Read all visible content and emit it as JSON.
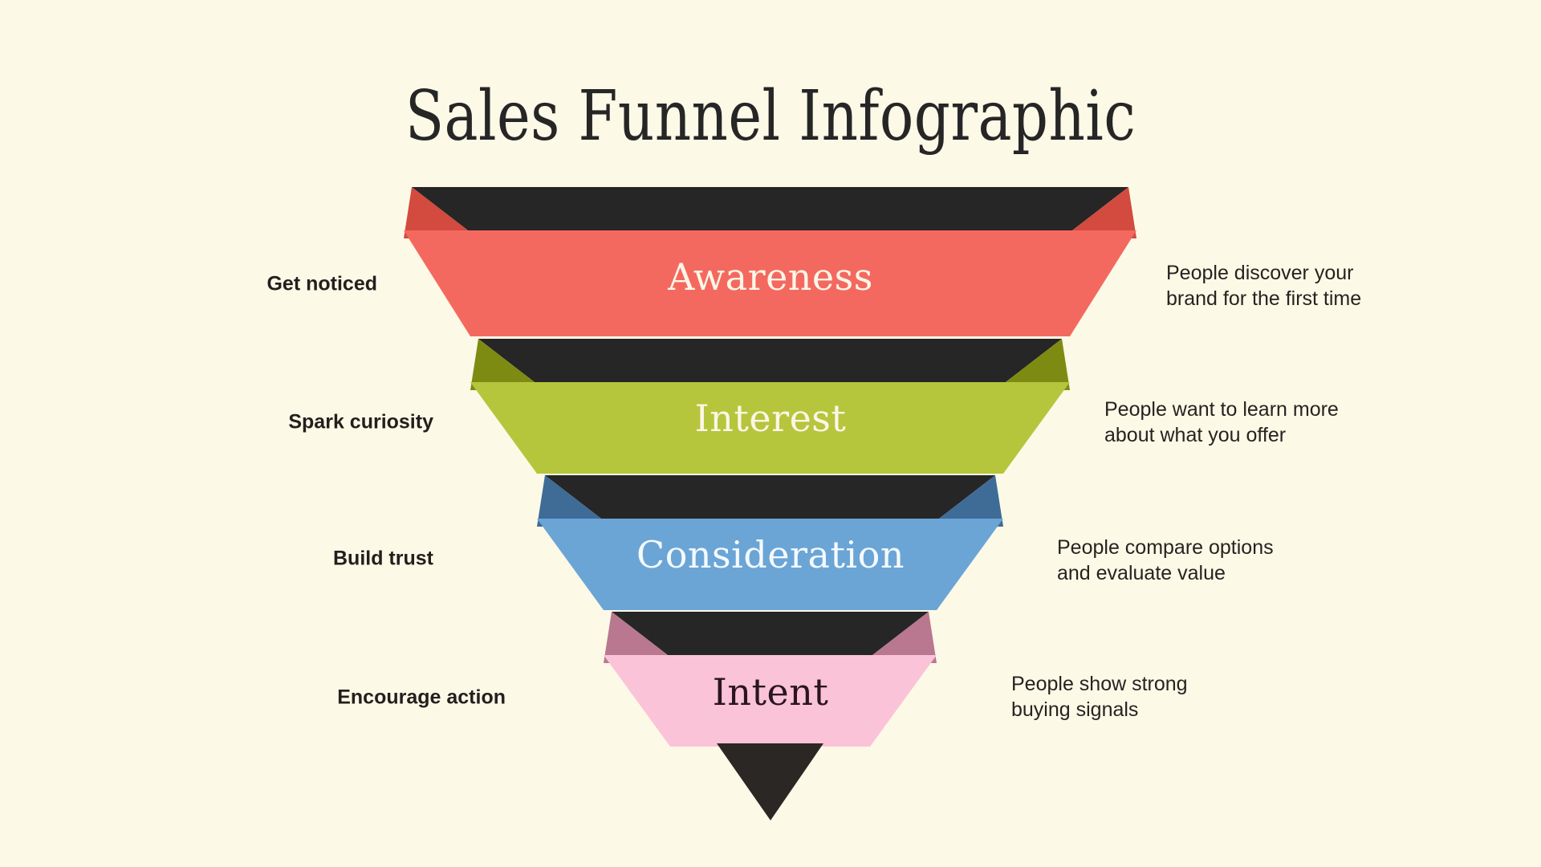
{
  "page": {
    "title": "Sales Funnel Infographic",
    "background_color": "#FDF9E7",
    "title_color": "#262626",
    "shadow_color": "#262626",
    "tip_color": "#2B2724"
  },
  "chart_data": {
    "type": "funnel",
    "title": "Sales Funnel Infographic",
    "orientation": "inverted-vertical",
    "stage_count": 4,
    "stages": [
      {
        "name": "Awareness",
        "cue": "Get noticed",
        "description": "People discover your\nbrand for the first time",
        "color": "#F4695F",
        "edge_color": "#D34A3F",
        "label_color": "#FBF6E8",
        "top_width": 740,
        "bottom_width": 604,
        "rank": 1
      },
      {
        "name": "Interest",
        "cue": "Spark curiosity",
        "description": "People want to learn more\nabout what you offer",
        "color": "#B5C63C",
        "edge_color": "#7E8B13",
        "label_color": "#FBF6E8",
        "top_width": 604,
        "bottom_width": 468,
        "rank": 2
      },
      {
        "name": "Consideration",
        "cue": "Build trust",
        "description": "People compare options\nand evaluate value",
        "color": "#6BA5D6",
        "edge_color": "#3E6C96",
        "label_color": "#F4FAFE",
        "top_width": 468,
        "bottom_width": 332,
        "rank": 3
      },
      {
        "name": "Intent",
        "cue": "Encourage action",
        "description": "People show strong\nbuying signals",
        "color": "#FBC3D8",
        "edge_color": "#B9788F",
        "label_color": "#2A1520",
        "top_width": 332,
        "bottom_width": 196,
        "rank": 4
      }
    ]
  }
}
